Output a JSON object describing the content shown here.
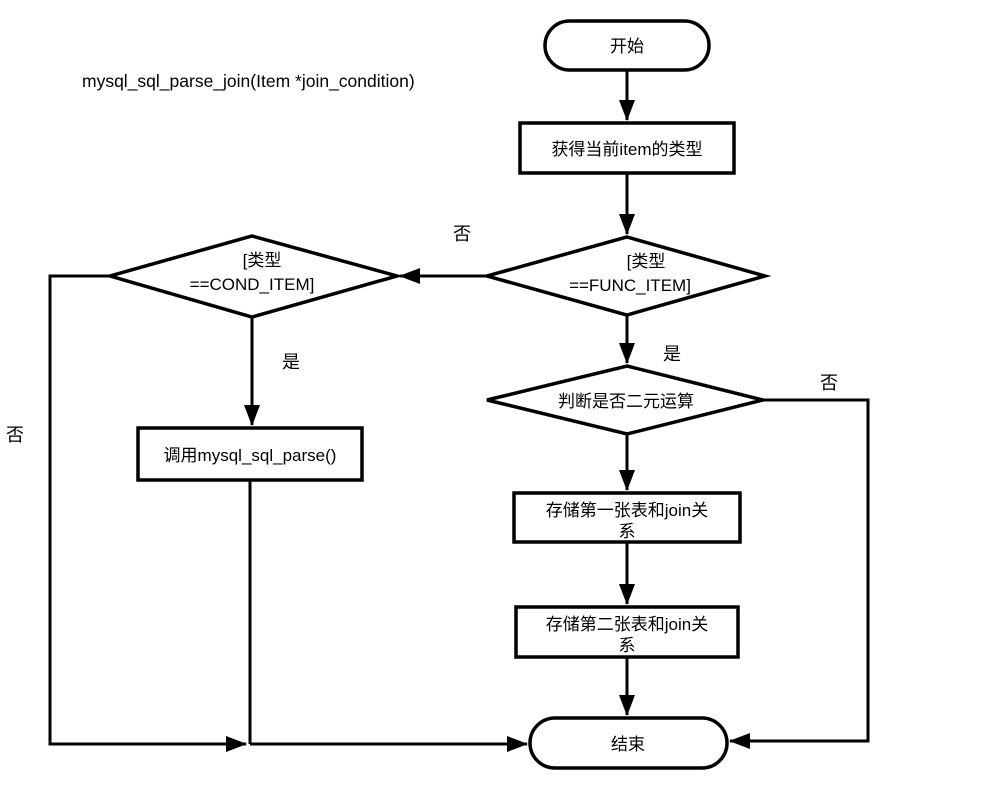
{
  "colors": {
    "stroke": "#000000",
    "background": "#ffffff",
    "text": "#000000"
  },
  "title": {
    "function_signature": "mysql_sql_parse_join(Item *join_condition)"
  },
  "nodes": {
    "start": {
      "label": "开始"
    },
    "get_item_type": {
      "label": "获得当前item的类型"
    },
    "type_func_item": {
      "label_line1": "[类型",
      "label_line2": "==FUNC_ITEM]"
    },
    "type_cond_item": {
      "label_line1": "[类型",
      "label_line2": "==COND_ITEM]"
    },
    "call_mysql_sql_parse": {
      "label": "调用mysql_sql_parse()"
    },
    "check_binary_op": {
      "label": "判断是否二元运算"
    },
    "store_first_table": {
      "label_line1": "存储第一张表和join关",
      "label_line2": "系"
    },
    "store_second_table": {
      "label_line1": "存储第二张表和join关",
      "label_line2": "系"
    },
    "end": {
      "label": "结束"
    }
  },
  "edge_labels": {
    "func_item_no": "否",
    "func_item_yes": "是",
    "cond_item_yes": "是",
    "cond_item_no": "否",
    "binary_op_no": "否"
  }
}
